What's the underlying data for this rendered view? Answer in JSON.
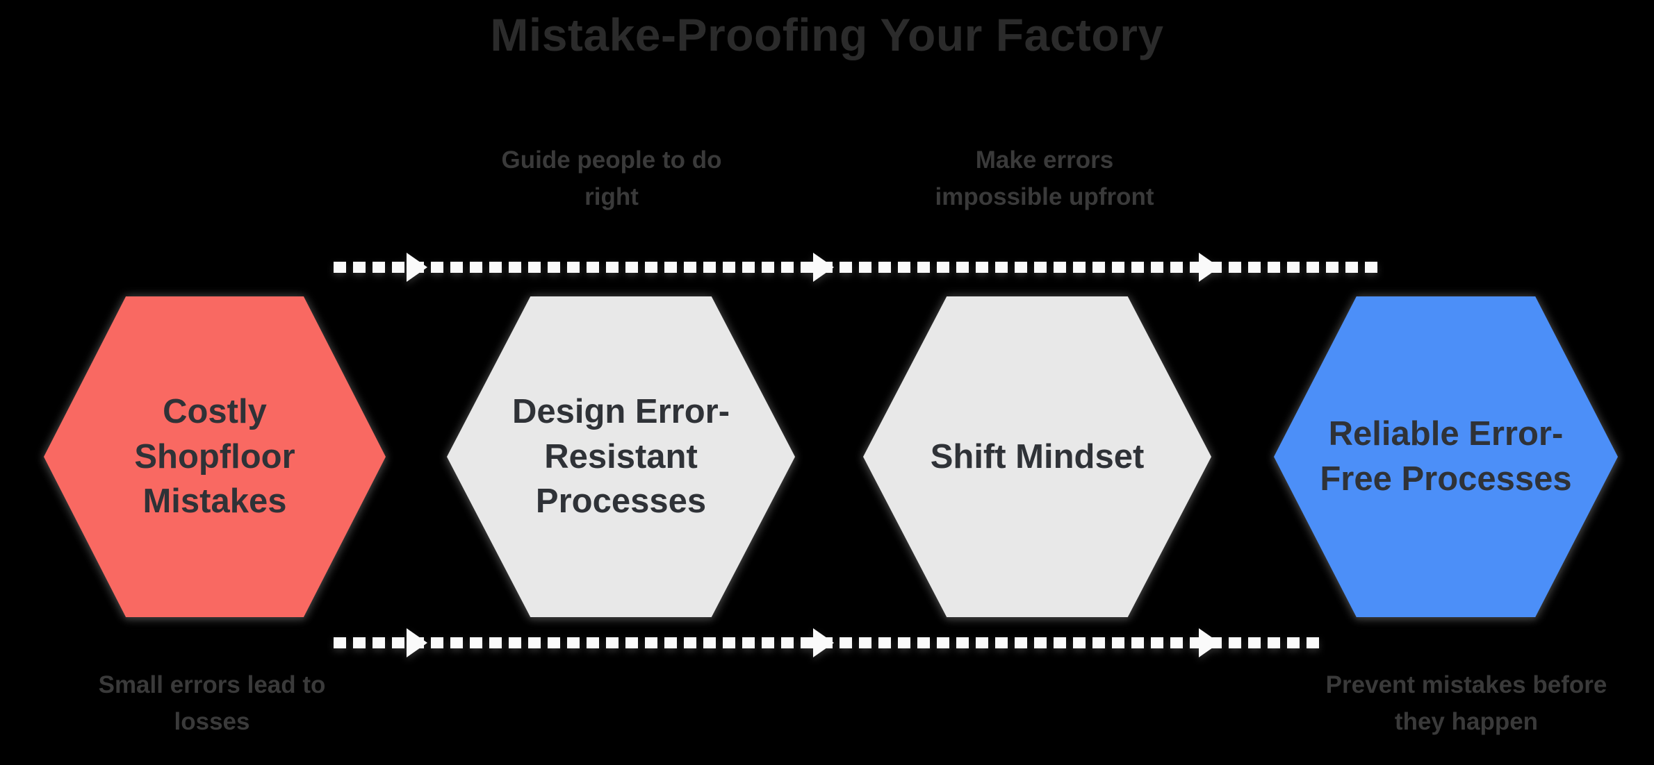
{
  "title": "Mistake-Proofing Your Factory",
  "colors": {
    "background": "#000000",
    "title_text": "#2b2b2b",
    "annotation_text": "#3a3a3a",
    "hexagon_label_text": "#2f3237",
    "arrow_white": "#fafafa",
    "step_red": "#f96962",
    "step_gray": "#e8e8e8",
    "step_blue": "#4c8ff8"
  },
  "steps": [
    {
      "label": "Costly Shopfloor Mistakes",
      "color": "#f96962"
    },
    {
      "label": "Design Error-Resistant Processes",
      "color": "#e8e8e8"
    },
    {
      "label": "Shift Mindset",
      "color": "#e8e8e8"
    },
    {
      "label": "Reliable Error-Free Processes",
      "color": "#4c8ff8"
    }
  ],
  "annotations": {
    "top_left": "Guide people to do right",
    "top_right": "Make errors impossible upfront",
    "bottom_left": "Small errors lead to losses",
    "bottom_right": "Prevent mistakes before they happen"
  },
  "icons": {
    "arrowhead": "right-pointing-triangle"
  }
}
